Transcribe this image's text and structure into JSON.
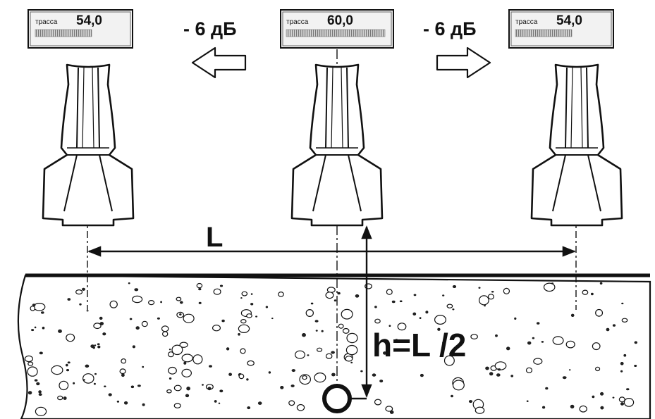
{
  "displays": [
    {
      "label": "трасса",
      "value": "54,0"
    },
    {
      "label": "трасса",
      "value": "60,0"
    },
    {
      "label": "трасса",
      "value": "54,0"
    }
  ],
  "offsets": {
    "left": "- 6 дБ",
    "right": "- 6 дБ"
  },
  "distance_label": "L",
  "depth_formula": "h=L /2",
  "colors": {
    "ink": "#111111",
    "paper": "#ffffff",
    "display_fill": "#e8e8e8"
  }
}
